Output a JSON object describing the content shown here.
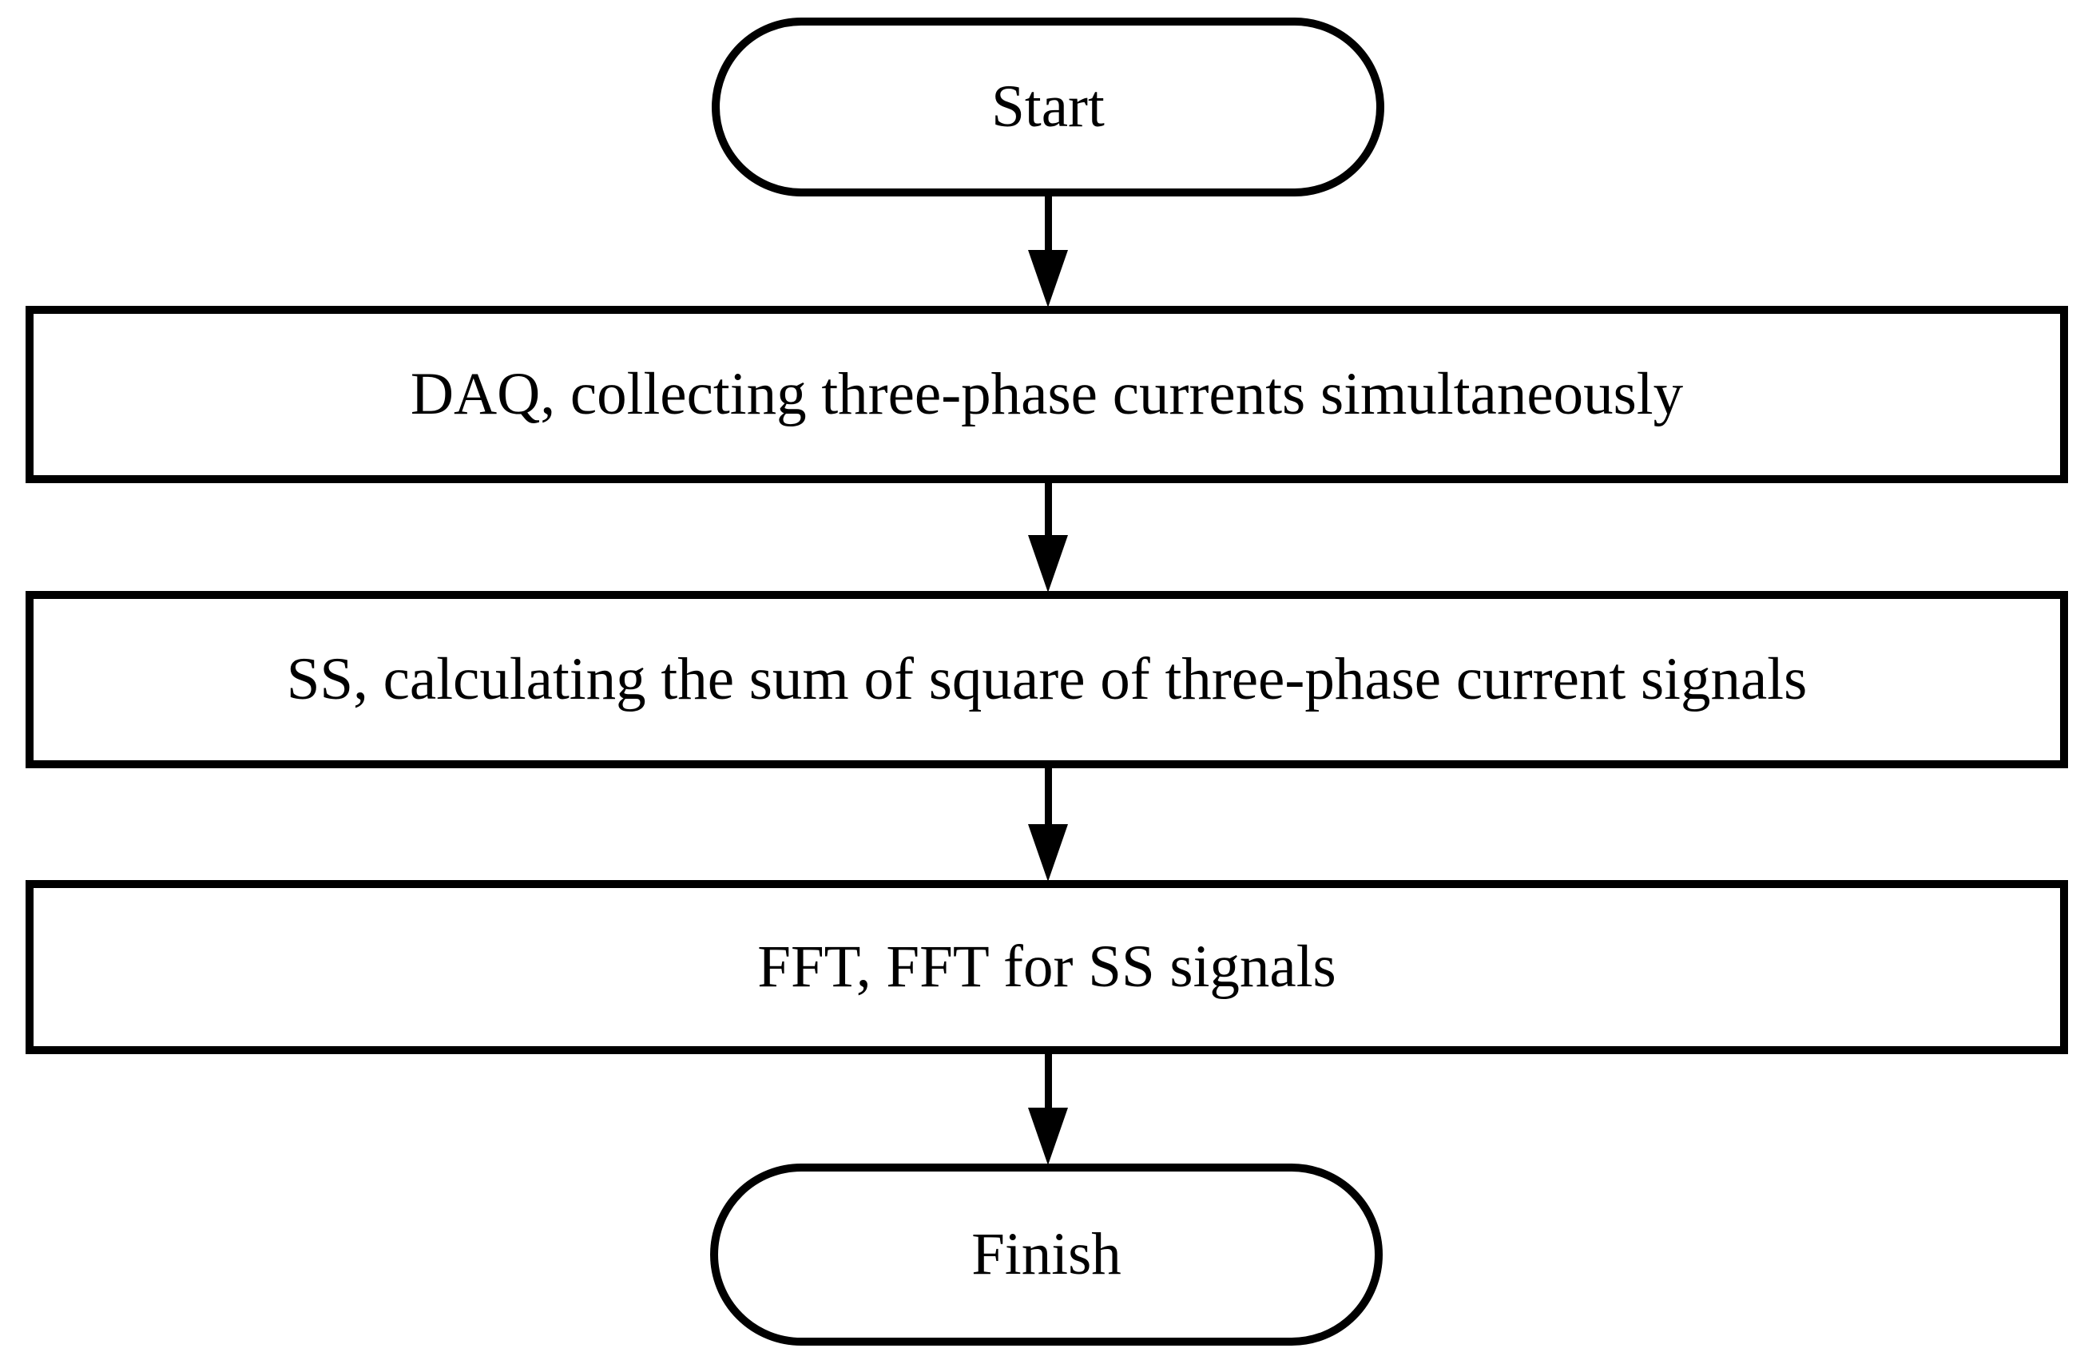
{
  "diagram": {
    "type": "flowchart",
    "direction": "top-to-bottom",
    "colors": {
      "background": "#ffffff",
      "stroke": "#000000",
      "node_fill": "#ffffff",
      "text": "#000000"
    },
    "nodes": [
      {
        "id": "start",
        "shape": "terminator",
        "label": "Start"
      },
      {
        "id": "daq",
        "shape": "process",
        "label": "DAQ, collecting three-phase currents simultaneously"
      },
      {
        "id": "ss",
        "shape": "process",
        "label": "SS, calculating the sum of square of three-phase current signals"
      },
      {
        "id": "fft",
        "shape": "process",
        "label": "FFT, FFT for SS signals"
      },
      {
        "id": "finish",
        "shape": "terminator",
        "label": "Finish"
      }
    ],
    "edges": [
      {
        "from": "start",
        "to": "daq",
        "style": "arrow-down"
      },
      {
        "from": "daq",
        "to": "ss",
        "style": "arrow-down"
      },
      {
        "from": "ss",
        "to": "fft",
        "style": "arrow-down"
      },
      {
        "from": "fft",
        "to": "finish",
        "style": "arrow-down"
      }
    ]
  }
}
